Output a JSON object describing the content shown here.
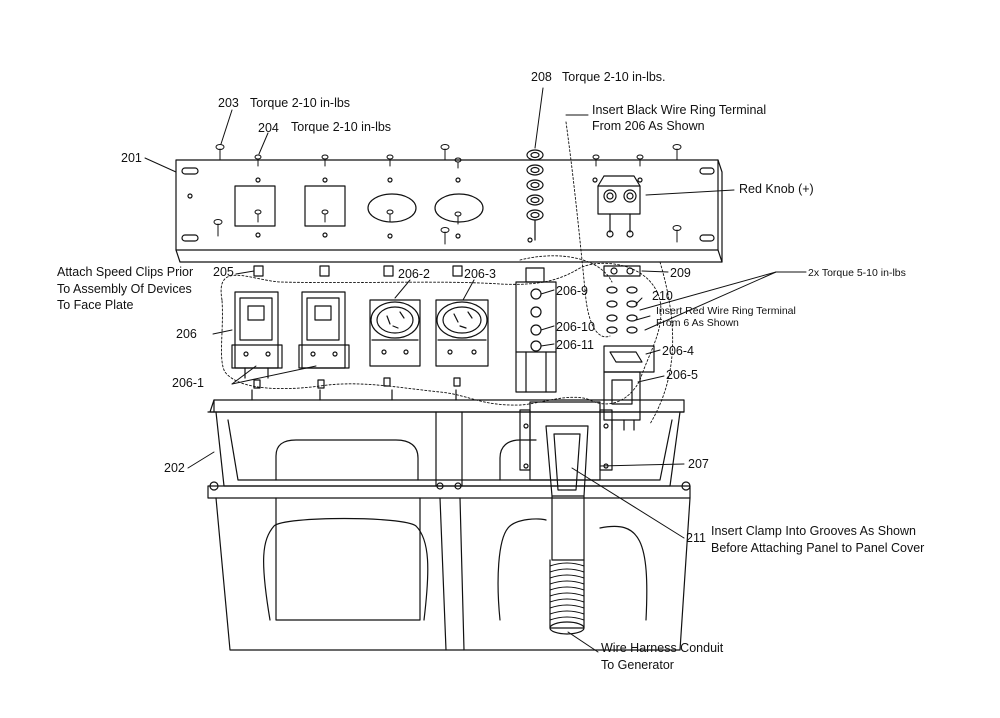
{
  "labels": {
    "p203": "203",
    "p203_note": "Torque 2-10 in-lbs",
    "p204": "204",
    "p204_note": "Torque 2-10 in-lbs",
    "p201": "201",
    "p208": "208",
    "p208_note": "Torque 2-10 in-lbs.",
    "black_wire_1": "Insert Black Wire Ring Terminal",
    "black_wire_2": "From  206 As Shown",
    "red_knob": "Red Knob (+)",
    "speed_clips_1": "Attach Speed Clips Prior",
    "speed_clips_2": "To Assembly Of Devices",
    "speed_clips_3": "To Face Plate",
    "p205": "205",
    "p206_2": "206-2",
    "p206_3": "206-3",
    "p209": "209",
    "torque_5_10": "2x Torque 5-10 in-lbs",
    "p206_9": "206-9",
    "p210": "210",
    "red_wire_1": "Insert Red Wire Ring Terminal",
    "red_wire_2": "From 6 As Shown",
    "p206": "206",
    "p206_10": "206-10",
    "p206_11": "206-11",
    "p206_4": "206-4",
    "p206_1": "206-1",
    "p206_5": "206-5",
    "p202": "202",
    "p207": "207",
    "p211": "211",
    "clamp_1": "Insert Clamp Into Grooves As Shown",
    "clamp_2": "Before Attaching Panel to Panel Cover",
    "harness_1": "Wire Harness Conduit",
    "harness_2": "To Generator"
  }
}
